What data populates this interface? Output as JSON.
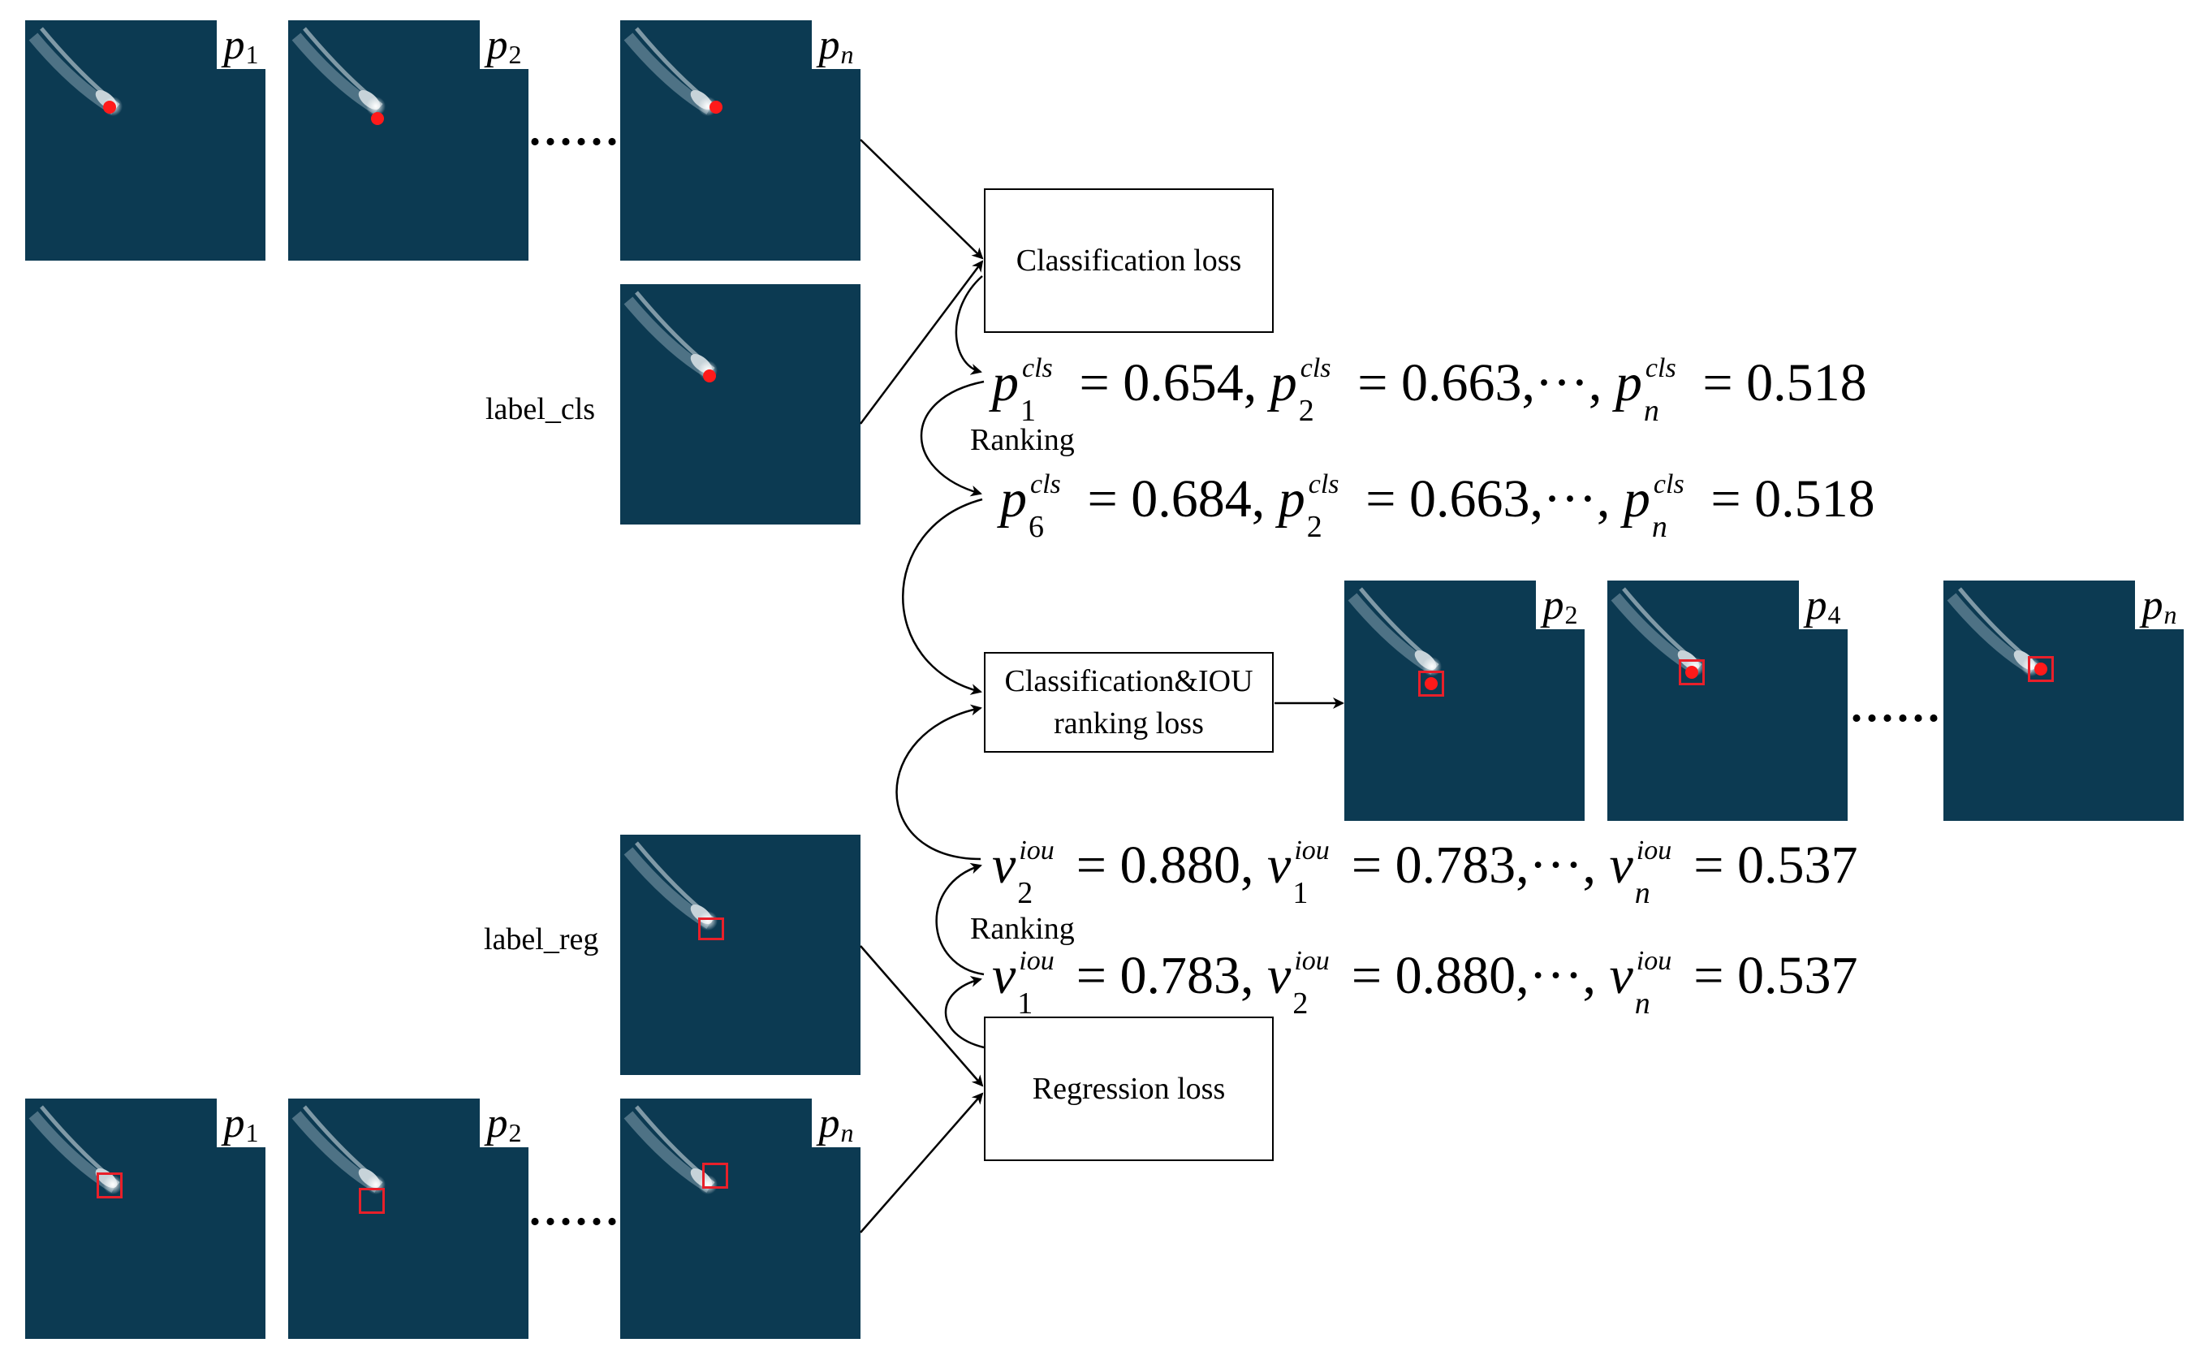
{
  "top_row_labels": [
    {
      "base": "p",
      "sub": "1"
    },
    {
      "base": "p",
      "sub": "2"
    },
    {
      "base": "p",
      "sub": "n"
    }
  ],
  "bottom_row_labels": [
    {
      "base": "p",
      "sub": "1"
    },
    {
      "base": "p",
      "sub": "2"
    },
    {
      "base": "p",
      "sub": "n"
    }
  ],
  "result_row_labels": [
    {
      "base": "p",
      "sub": "2"
    },
    {
      "base": "p",
      "sub": "4"
    },
    {
      "base": "p",
      "sub": "n"
    }
  ],
  "ellipsis": "......",
  "label_cls": "label_cls",
  "label_reg": "label_reg",
  "boxes": {
    "classification": "Classification loss",
    "ranking_line1": "Classification&IOU",
    "ranking_line2": "ranking loss",
    "regression": "Regression loss"
  },
  "ranking_word": "Ranking",
  "equations": {
    "cls_before": [
      {
        "sub": "1",
        "sup": "cls",
        "value": "0.654"
      },
      {
        "sub": "2",
        "sup": "cls",
        "value": "0.663"
      },
      {
        "sub": "n",
        "sup": "cls",
        "value": "0.518"
      }
    ],
    "cls_after": [
      {
        "sub": "6",
        "sup": "cls",
        "value": "0.684"
      },
      {
        "sub": "2",
        "sup": "cls",
        "value": "0.663"
      },
      {
        "sub": "n",
        "sup": "cls",
        "value": "0.518"
      }
    ],
    "iou_before": [
      {
        "sub": "2",
        "sup": "iou",
        "value": "0.880"
      },
      {
        "sub": "1",
        "sup": "iou",
        "value": "0.783"
      },
      {
        "sub": "n",
        "sup": "iou",
        "value": "0.537"
      }
    ],
    "iou_after": [
      {
        "sub": "1",
        "sup": "iou",
        "value": "0.783"
      },
      {
        "sub": "2",
        "sup": "iou",
        "value": "0.880"
      },
      {
        "sub": "n",
        "sup": "iou",
        "value": "0.537"
      }
    ],
    "cls_symbol": "p",
    "iou_symbol": "v",
    "ellipsis": "···"
  },
  "colors": {
    "sea": "#0c3a52",
    "marker": "#ff1a1a",
    "box": "#e8202a"
  }
}
